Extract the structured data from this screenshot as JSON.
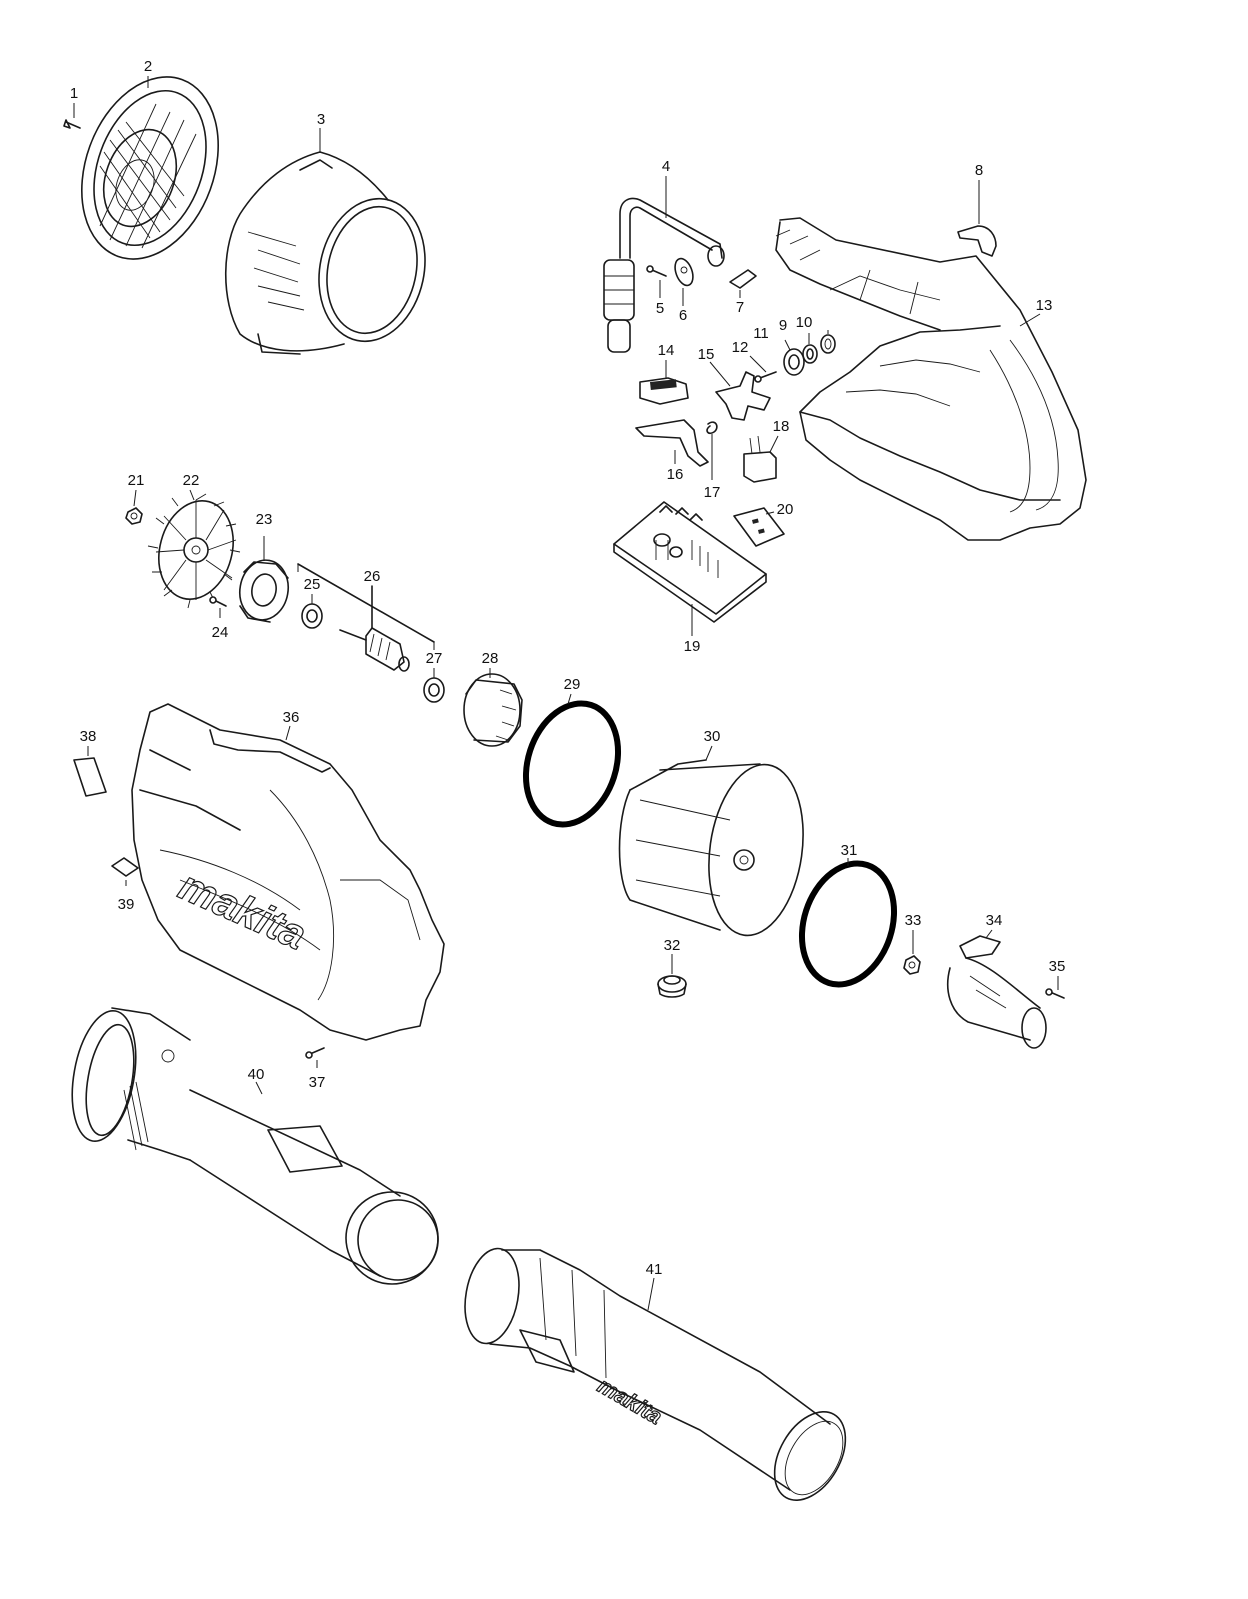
{
  "callouts": {
    "c1": "1",
    "c2": "2",
    "c3": "3",
    "c4": "4",
    "c5": "5",
    "c6": "6",
    "c7": "7",
    "c8": "8",
    "c9": "9",
    "c10": "10",
    "c11": "11",
    "c12": "12",
    "c13": "13",
    "c14": "14",
    "c15": "15",
    "c16": "16",
    "c17": "17",
    "c18": "18",
    "c19": "19",
    "c20": "20",
    "c21": "21",
    "c22": "22",
    "c23": "23",
    "c24": "24",
    "c25": "25",
    "c26": "26",
    "c27": "27",
    "c28": "28",
    "c29": "29",
    "c30": "30",
    "c31": "31",
    "c32": "32",
    "c33": "33",
    "c34": "34",
    "c35": "35",
    "c36": "36",
    "c37": "37",
    "c38": "38",
    "c39": "39",
    "c40": "40",
    "c41": "41"
  },
  "brand_marks": {
    "housing": "makita",
    "nozzle": "makita"
  }
}
